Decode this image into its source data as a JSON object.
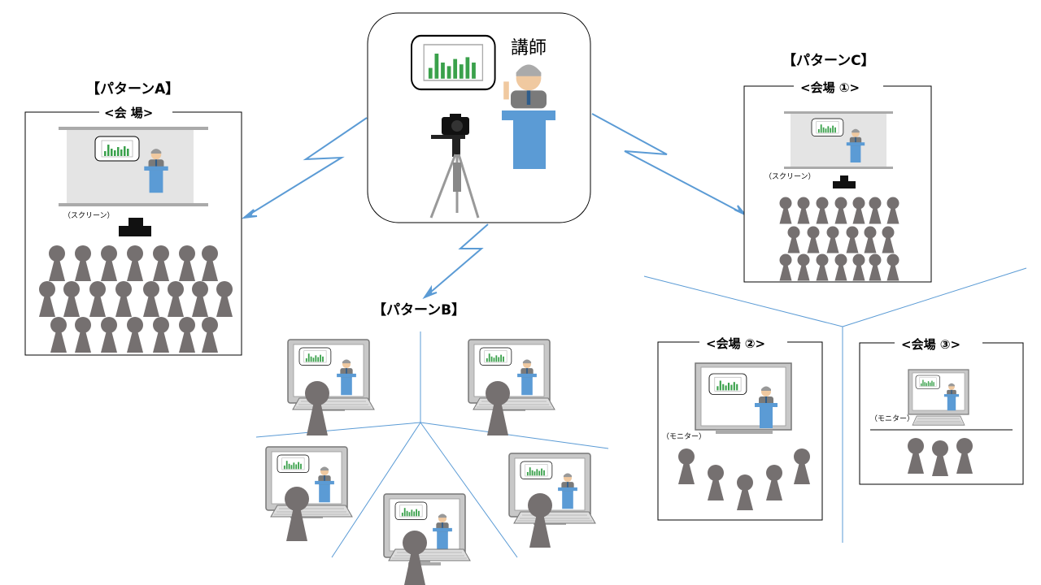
{
  "lecturer": {
    "label": "講師"
  },
  "pattern_a": {
    "title": "【パターンA】",
    "venue": "<会 場>",
    "screen_label": "（スクリーン）"
  },
  "pattern_b": {
    "title": "【パターンB】"
  },
  "pattern_c": {
    "title": "【パターンC】",
    "venue1": "<会場 ①>",
    "venue2": "<会場 ②>",
    "venue3": "<会場 ③>",
    "screen_label": "（スクリーン）",
    "monitor_label": "（モニター）"
  },
  "colors": {
    "person": "#757070",
    "podium": "#5b9bd5",
    "arrow": "#5b9bd5",
    "chart": "#3aa14b",
    "screen_bg": "#e4e4e4"
  }
}
